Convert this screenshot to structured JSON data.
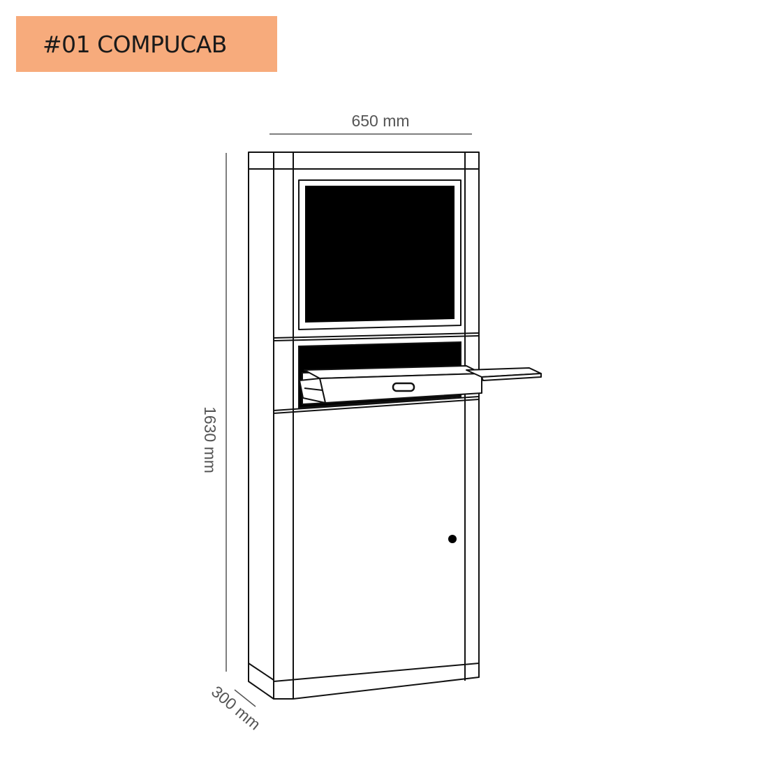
{
  "title": {
    "text": "#01 COMPUCAB",
    "background": "#f7ab7c"
  },
  "dimensions": {
    "width": "650 mm",
    "height": "1630 mm",
    "depth": "300 mm"
  },
  "colors": {
    "outline": "#111111",
    "dimension": "#555555",
    "screen": "#000000"
  }
}
